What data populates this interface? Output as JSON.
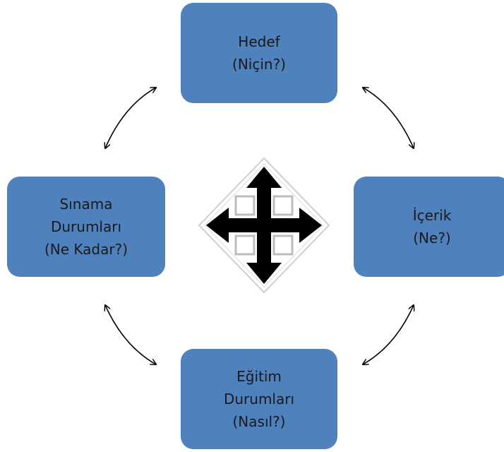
{
  "diagram": {
    "nodes": {
      "top": {
        "lines": [
          "Hedef",
          "(Niçin?)"
        ]
      },
      "right": {
        "lines": [
          "İçerik",
          "(Ne?)"
        ]
      },
      "bottom": {
        "lines": [
          "Eğitim",
          "Durumları",
          "(Nasıl?)"
        ]
      },
      "left": {
        "lines": [
          "Sınama",
          "Durumları",
          "(Ne Kadar?)"
        ]
      }
    },
    "colors": {
      "node_fill": "#4f81bd",
      "node_text": "#1a1a1a",
      "connector": "#000000"
    },
    "center_icon": "four-way-arrow-icon",
    "connectors": [
      "top-right",
      "right-bottom",
      "bottom-left",
      "left-top"
    ]
  }
}
